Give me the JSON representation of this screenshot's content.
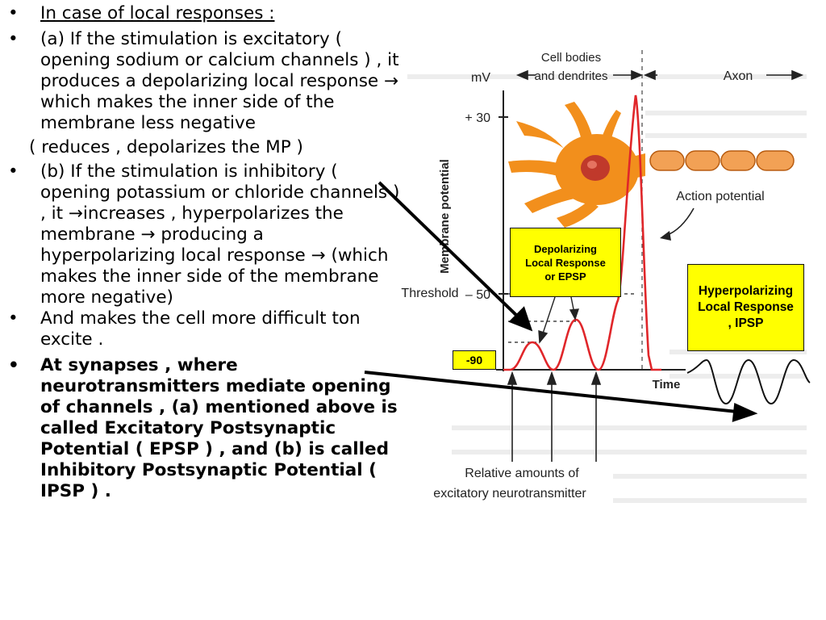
{
  "text": {
    "b1": "In case of local responses :",
    "b2": "(a) If the stimulation is excitatory ( opening sodium or calcium channels ) , it produces a depolarizing local response → which makes the inner side of the membrane less negative",
    "b2_sub": "( reduces ,  depolarizes  the MP )",
    "b3": "(b) If the stimulation is inhibitory ( opening potassium or chloride channels ) , it →increases , hyperpolarizes  the membrane → producing  a hyperpolarizing local response → (which makes the inner side of the membrane more  negative)",
    "b4": "And makes the cell more difficult ton excite .",
    "b5": "At synapses  , where neurotransmitters mediate opening of channels  , (a) mentioned above is called Excitatory Postsynaptic Potential ( EPSP ) , and (b) is called Inhibitory Postsynaptic Potential ( IPSP ) ."
  },
  "figure": {
    "y_unit": "mV",
    "y_axis_label": "Membrane potential",
    "tick_plus30": "+ 30",
    "tick_threshold": "– 50",
    "threshold_label": "Threshold",
    "x_axis_label": "Time",
    "cell_bodies_label_1": "Cell bodies",
    "cell_bodies_label_2": "and dendrites",
    "axon_label": "Axon",
    "action_potential_label": "Action potential",
    "neurotransmitter_label_1": "Relative amounts of",
    "neurotransmitter_label_2": "excitatory neurotransmitter"
  },
  "callouts": {
    "depolarizing": "Depolarizing Local Response or EPSP",
    "hyperpolarizing": "Hyperpolarizing Local Response , IPSP",
    "minus90": "-90"
  },
  "colors": {
    "trace": "#e0262a",
    "callout_fill": "#ffff00",
    "neuron_fill": "#f28f1c",
    "nucleus": "#c0392b"
  }
}
